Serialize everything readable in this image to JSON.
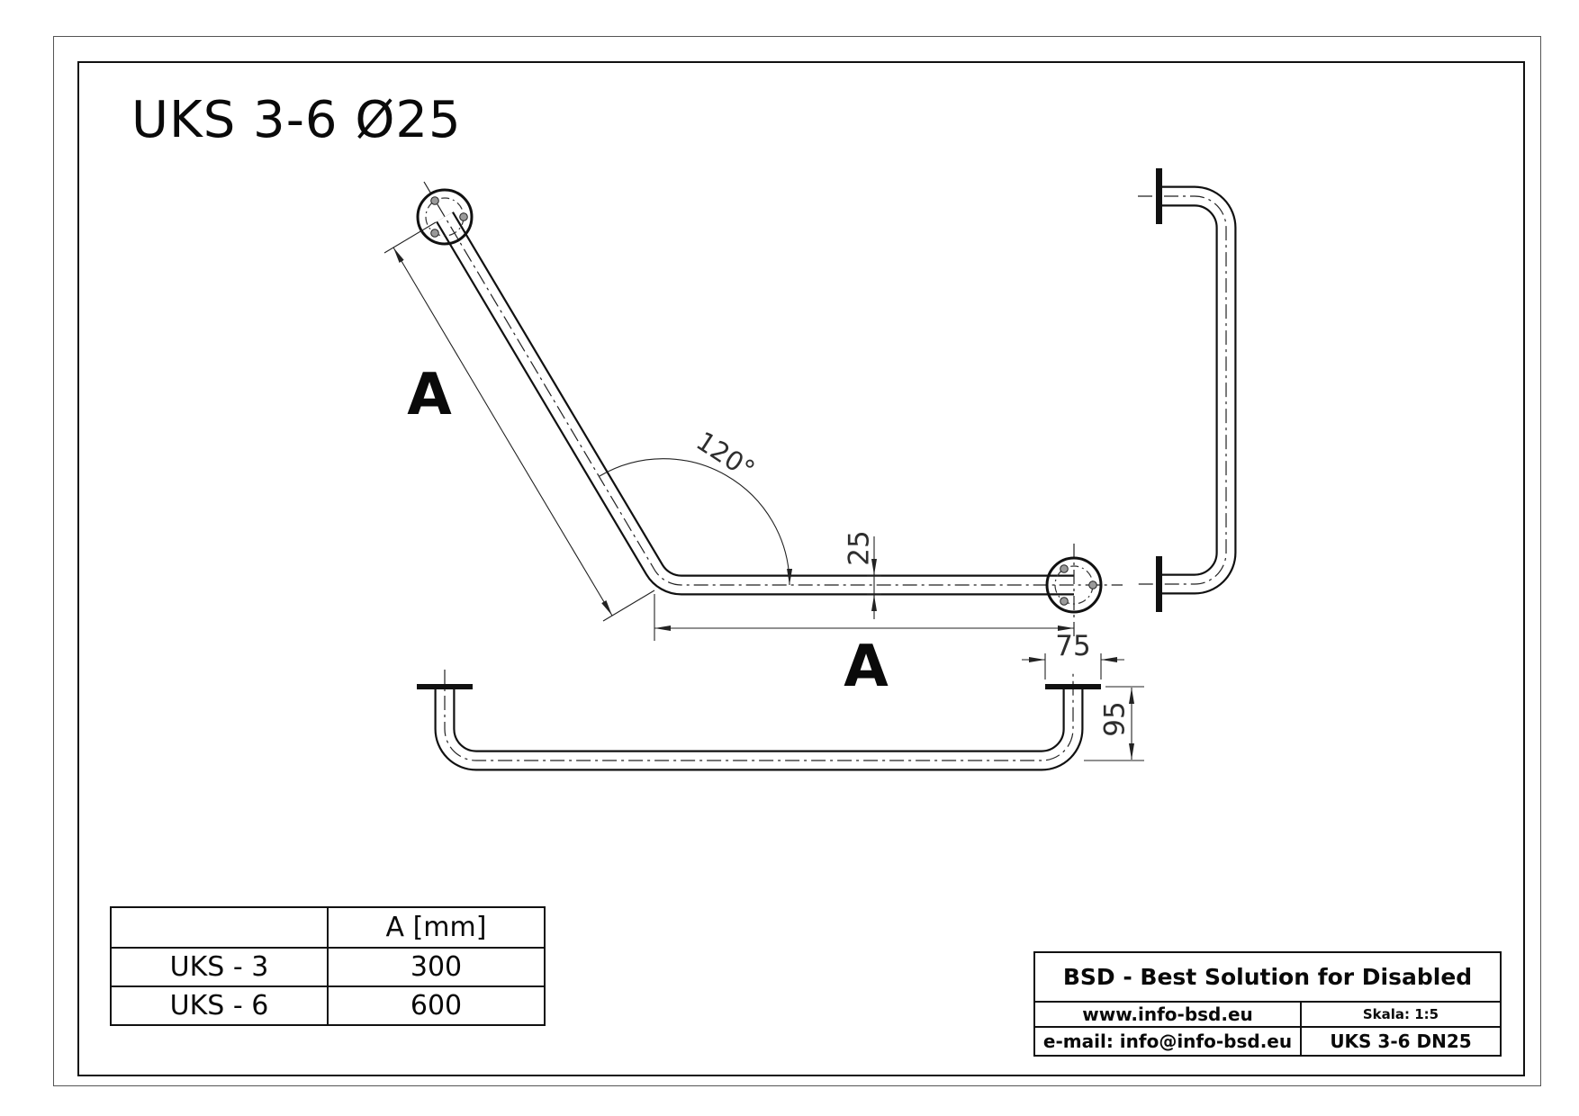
{
  "title": "UKS 3-6 Ø25",
  "ink_color": "#111111",
  "dimensions": {
    "angle": "120°",
    "tube_diameter": "25",
    "length_a_incline": "A",
    "length_a_horizontal": "A",
    "flange_plate_width": "75",
    "wall_offset": "95"
  },
  "size_table": {
    "col_headers": [
      "",
      "A [mm]"
    ],
    "rows": [
      {
        "model": "UKS - 3",
        "a_mm": "300"
      },
      {
        "model": "UKS - 6",
        "a_mm": "600"
      }
    ]
  },
  "title_block": {
    "company": "BSD - Best Solution for Disabled",
    "website": "www.info-bsd.eu",
    "scale": "Skala: 1:5",
    "email": "e-mail: info@info-bsd.eu",
    "product_code": "UKS 3-6 DN25"
  }
}
